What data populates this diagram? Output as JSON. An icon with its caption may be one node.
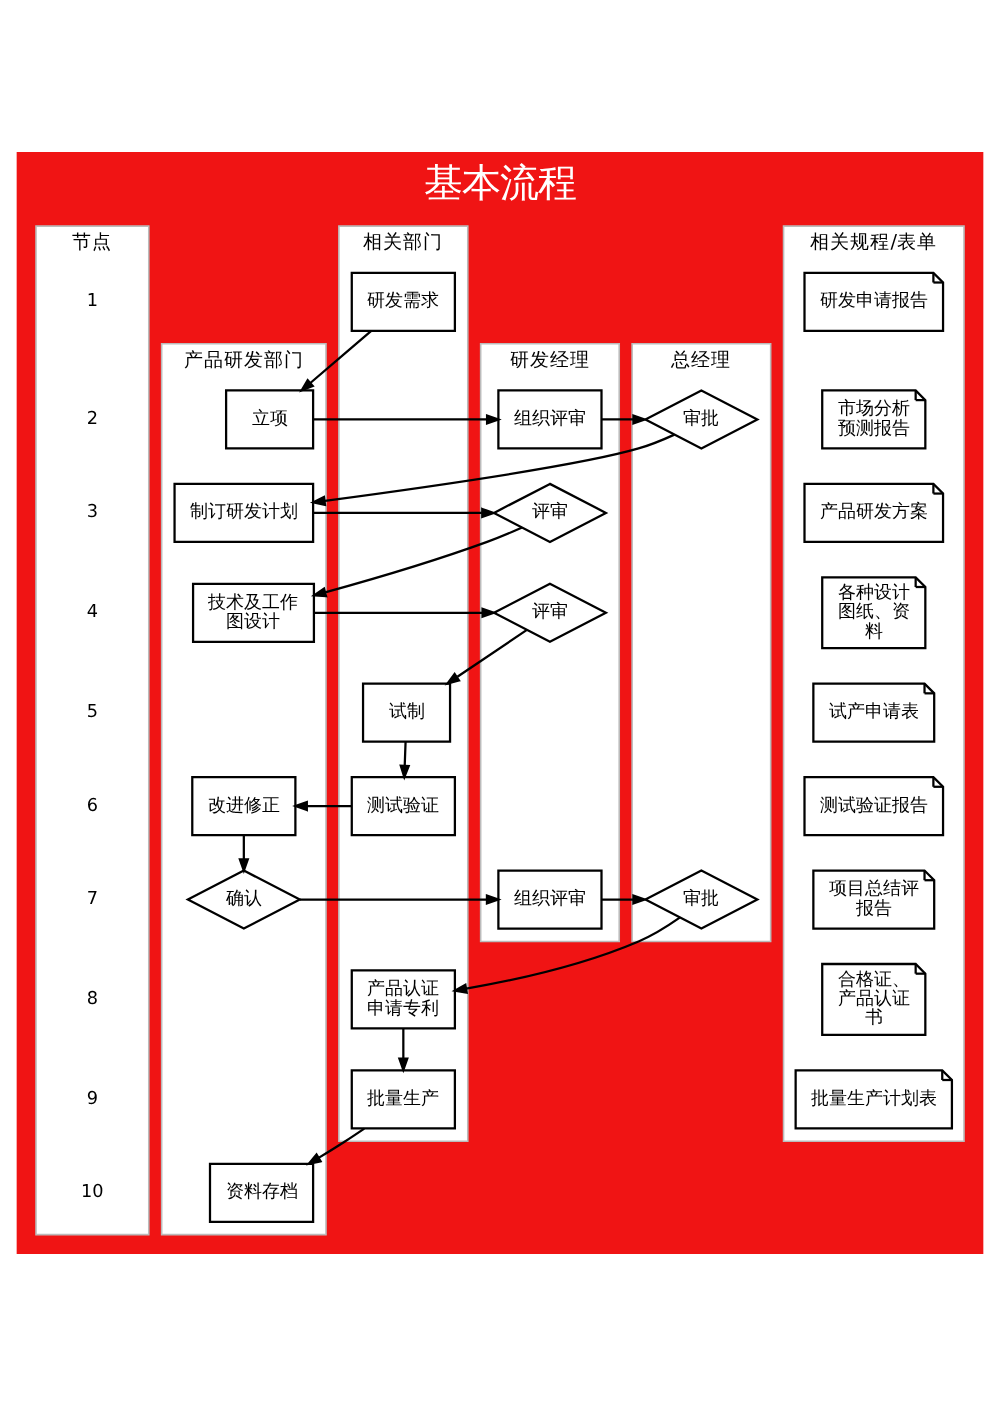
{
  "diagram": {
    "title": "基本流程",
    "nodes": [
      {
        "text": [
          "节点"
        ]
      },
      {
        "text": [
          "相关部门"
        ]
      },
      {
        "text": [
          "产品研发部门"
        ]
      },
      {
        "text": [
          "研发经理"
        ]
      },
      {
        "text": [
          "总经理"
        ]
      },
      {
        "text": [
          "相关规程/表单"
        ]
      },
      {
        "text": [
          "研发需求"
        ],
        "in": 1
      },
      {
        "text": [
          "立项"
        ],
        "in": 2
      },
      {
        "text": [
          "组织评审"
        ],
        "in": 3
      },
      {
        "text": [
          "审批"
        ],
        "in": 4
      },
      {
        "text": [
          "制订研发计划"
        ],
        "in": 2
      },
      {
        "text": [
          "评审"
        ],
        "in": 3
      },
      {
        "text": [
          "技术及工作图设计"
        ],
        "in": 2
      },
      {
        "text": [
          "评审"
        ],
        "in": 3
      },
      {
        "text": [
          "试制"
        ],
        "in": 1
      },
      {
        "text": [
          "测试验证"
        ],
        "in": 1
      },
      {
        "text": [
          "改进修正"
        ],
        "in": 2
      },
      {
        "text": [
          "确认"
        ],
        "in": 2
      },
      {
        "text": [
          "组织评审"
        ],
        "in": 3
      },
      {
        "text": [
          "审批"
        ],
        "in": 4
      },
      {
        "text": [
          "产品认证申请专利"
        ],
        "in": 1
      },
      {
        "text": [
          "批量生产"
        ],
        "in": 1
      },
      {
        "text": [
          "资料存档"
        ],
        "in": 2
      },
      {
        "text": [
          "研发申请报告"
        ],
        "in": 5
      },
      {
        "text": [
          "市场分析预测报告"
        ],
        "in": 5
      },
      {
        "text": [
          "产品研发方案"
        ],
        "in": 5
      },
      {
        "text": [
          "各种设计图纸、资料"
        ],
        "in": 5
      },
      {
        "text": [
          "试产申请表"
        ],
        "in": 5
      },
      {
        "text": [
          "测试验证报告"
        ],
        "in": 5
      },
      {
        "text": [
          "项目总结评报告"
        ],
        "in": 5
      },
      {
        "text": [
          "合格证、产品认证书"
        ],
        "in": 5
      },
      {
        "text": [
          "批量生产计划表"
        ],
        "in": 5
      }
    ],
    "edges": [
      {
        "from": 6,
        "to": 7,
        "arrow": "to"
      },
      {
        "from": 7,
        "to": 8,
        "arrow": "to"
      },
      {
        "from": 8,
        "to": 9,
        "arrow": "to"
      },
      {
        "from": 9,
        "to": 10,
        "arrow": "to"
      },
      {
        "from": 10,
        "to": 11,
        "arrow": "to"
      },
      {
        "from": 11,
        "to": 12,
        "arrow": "to"
      },
      {
        "from": 12,
        "to": 13,
        "arrow": "to"
      },
      {
        "from": 13,
        "to": 14,
        "arrow": "to"
      },
      {
        "from": 14,
        "to": 15,
        "arrow": "to"
      },
      {
        "from": 15,
        "to": 16,
        "arrow": "to"
      },
      {
        "from": 16,
        "to": 17,
        "arrow": "to"
      },
      {
        "from": 17,
        "to": 18,
        "arrow": "to"
      },
      {
        "from": 18,
        "to": 19,
        "arrow": "to"
      },
      {
        "from": 19,
        "to": 20,
        "arrow": "to"
      },
      {
        "from": 20,
        "to": 21,
        "arrow": "to"
      },
      {
        "from": 21,
        "to": 22,
        "arrow": "to"
      }
    ],
    "labels": [
      "1",
      "2",
      "3",
      "4",
      "5",
      "6",
      "7",
      "8",
      "9",
      "10"
    ]
  }
}
